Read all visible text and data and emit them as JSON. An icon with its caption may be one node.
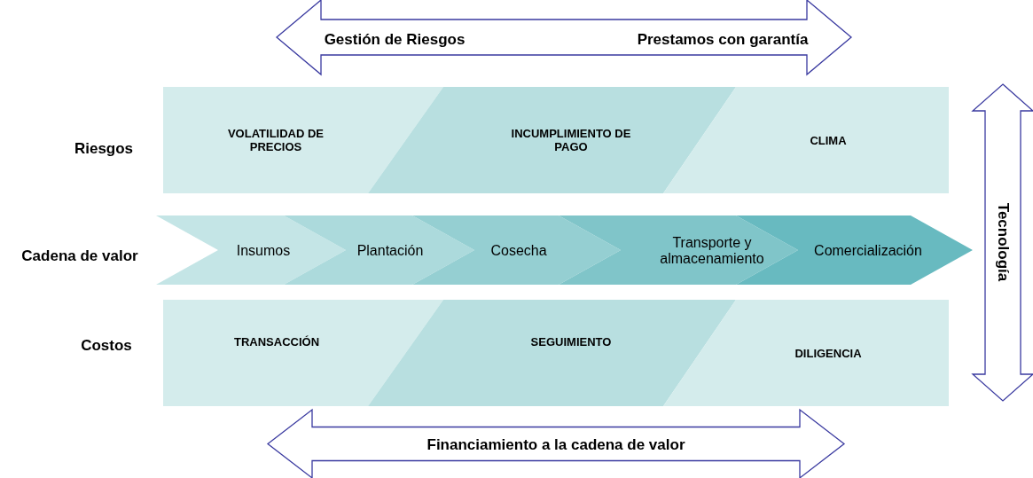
{
  "diagram": {
    "nodes": [
      {
        "text": [
          "Gestión de Riesgos",
          "Prestamos con garantía"
        ]
      },
      {
        "text": [
          "VOLATILIDAD DE PRECIOS"
        ]
      },
      {
        "text": [
          "INCUMPLIMIENTO DE PAGO"
        ]
      },
      {
        "text": [
          "CLIMA"
        ]
      },
      {
        "text": [
          "Insumos"
        ]
      },
      {
        "text": [
          "Plantación"
        ]
      },
      {
        "text": [
          "Cosecha"
        ]
      },
      {
        "text": [
          "Transporte y almacenamiento"
        ]
      },
      {
        "text": [
          "Comercialización"
        ]
      },
      {
        "text": [
          "TRANSACCIÓN"
        ]
      },
      {
        "text": [
          "SEGUIMIENTO"
        ]
      },
      {
        "text": [
          "DILIGENCIA"
        ]
      },
      {
        "text": [
          "Tecnología"
        ]
      },
      {
        "text": [
          "Financiamiento a la cadena de valor"
        ]
      }
    ],
    "edges": [],
    "labels": [
      "Riesgos",
      "Cadena de valor",
      "Costos"
    ]
  }
}
